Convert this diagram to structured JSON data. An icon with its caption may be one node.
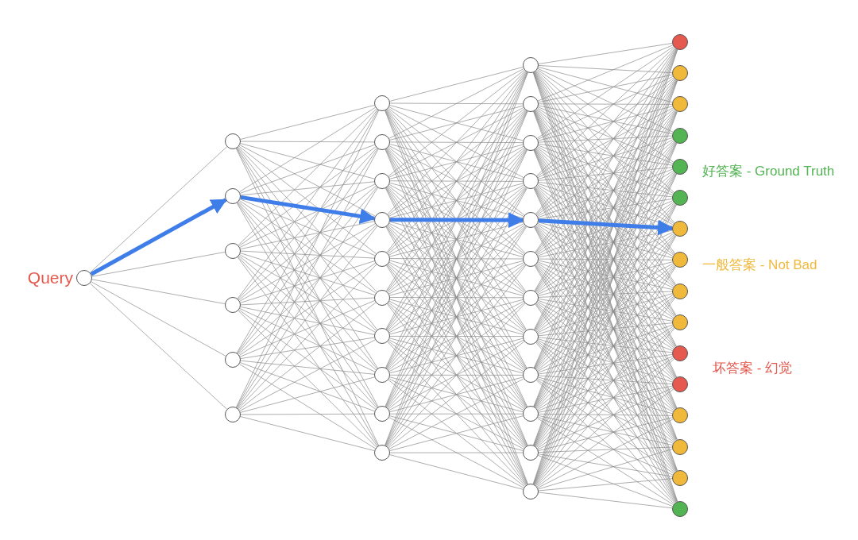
{
  "diagram": {
    "nodes": [
      {
        "text": [],
        "shape": "circle",
        "beside": [
          "Query"
        ]
      },
      {
        "text": [],
        "shape": "circle"
      },
      {
        "text": [],
        "shape": "circle"
      },
      {
        "text": [],
        "shape": "circle"
      },
      {
        "text": [],
        "shape": "circle"
      },
      {
        "text": [],
        "shape": "circle"
      },
      {
        "text": [],
        "shape": "circle"
      },
      {
        "text": [],
        "shape": "circle"
      },
      {
        "text": [],
        "shape": "circle"
      },
      {
        "text": [],
        "shape": "circle"
      },
      {
        "text": [],
        "shape": "circle"
      },
      {
        "text": [],
        "shape": "circle"
      },
      {
        "text": [],
        "shape": "circle"
      },
      {
        "text": [],
        "shape": "circle"
      },
      {
        "text": [],
        "shape": "circle"
      },
      {
        "text": [],
        "shape": "circle"
      },
      {
        "text": [],
        "shape": "circle"
      },
      {
        "text": [],
        "shape": "circle"
      },
      {
        "text": [],
        "shape": "circle"
      },
      {
        "text": [],
        "shape": "circle"
      },
      {
        "text": [],
        "shape": "circle"
      },
      {
        "text": [],
        "shape": "circle"
      },
      {
        "text": [],
        "shape": "circle"
      },
      {
        "text": [],
        "shape": "circle"
      },
      {
        "text": [],
        "shape": "circle"
      },
      {
        "text": [],
        "shape": "circle"
      },
      {
        "text": [],
        "shape": "circle"
      },
      {
        "text": [],
        "shape": "circle"
      },
      {
        "text": [],
        "shape": "circle"
      },
      {
        "text": [],
        "shape": "circle"
      },
      {
        "text": [],
        "shape": "circle"
      },
      {
        "text": [],
        "shape": "circle"
      },
      {
        "text": [],
        "shape": "circle"
      },
      {
        "text": [],
        "shape": "circle"
      },
      {
        "text": [],
        "shape": "circle"
      },
      {
        "text": [],
        "shape": "circle"
      },
      {
        "text": [],
        "shape": "circle"
      },
      {
        "text": [],
        "shape": "circle"
      },
      {
        "text": [],
        "shape": "circle"
      },
      {
        "text": [],
        "shape": "circle"
      },
      {
        "text": [],
        "shape": "circle"
      },
      {
        "text": [],
        "shape": "circle"
      },
      {
        "text": [],
        "shape": "circle"
      },
      {
        "text": [],
        "shape": "circle"
      },
      {
        "text": [],
        "shape": "circle"
      }
    ],
    "edges": [
      {
        "from": 0,
        "to": 1,
        "arrow": "none"
      },
      {
        "from": 0,
        "to": 3,
        "arrow": "none"
      },
      {
        "from": 0,
        "to": 4,
        "arrow": "none"
      },
      {
        "from": 0,
        "to": 5,
        "arrow": "none"
      },
      {
        "from": 0,
        "to": 6,
        "arrow": "none"
      },
      {
        "from": 1,
        "to": 7,
        "arrow": "none"
      },
      {
        "from": 1,
        "to": 8,
        "arrow": "none"
      },
      {
        "from": 1,
        "to": 9,
        "arrow": "none"
      },
      {
        "from": 1,
        "to": 10,
        "arrow": "none"
      },
      {
        "from": 1,
        "to": 11,
        "arrow": "none"
      },
      {
        "from": 1,
        "to": 12,
        "arrow": "none"
      },
      {
        "from": 1,
        "to": 13,
        "arrow": "none"
      },
      {
        "from": 1,
        "to": 14,
        "arrow": "none"
      },
      {
        "from": 1,
        "to": 15,
        "arrow": "none"
      },
      {
        "from": 1,
        "to": 16,
        "arrow": "none"
      },
      {
        "from": 2,
        "to": 7,
        "arrow": "none"
      },
      {
        "from": 2,
        "to": 8,
        "arrow": "none"
      },
      {
        "from": 2,
        "to": 9,
        "arrow": "none"
      },
      {
        "from": 2,
        "to": 11,
        "arrow": "none"
      },
      {
        "from": 2,
        "to": 12,
        "arrow": "none"
      },
      {
        "from": 2,
        "to": 13,
        "arrow": "none"
      },
      {
        "from": 2,
        "to": 14,
        "arrow": "none"
      },
      {
        "from": 2,
        "to": 15,
        "arrow": "none"
      },
      {
        "from": 2,
        "to": 16,
        "arrow": "none"
      },
      {
        "from": 3,
        "to": 7,
        "arrow": "none"
      },
      {
        "from": 3,
        "to": 8,
        "arrow": "none"
      },
      {
        "from": 3,
        "to": 9,
        "arrow": "none"
      },
      {
        "from": 3,
        "to": 10,
        "arrow": "none"
      },
      {
        "from": 3,
        "to": 11,
        "arrow": "none"
      },
      {
        "from": 3,
        "to": 12,
        "arrow": "none"
      },
      {
        "from": 3,
        "to": 13,
        "arrow": "none"
      },
      {
        "from": 3,
        "to": 14,
        "arrow": "none"
      },
      {
        "from": 3,
        "to": 15,
        "arrow": "none"
      },
      {
        "from": 3,
        "to": 16,
        "arrow": "none"
      },
      {
        "from": 4,
        "to": 7,
        "arrow": "none"
      },
      {
        "from": 4,
        "to": 8,
        "arrow": "none"
      },
      {
        "from": 4,
        "to": 9,
        "arrow": "none"
      },
      {
        "from": 4,
        "to": 10,
        "arrow": "none"
      },
      {
        "from": 4,
        "to": 11,
        "arrow": "none"
      },
      {
        "from": 4,
        "to": 12,
        "arrow": "none"
      },
      {
        "from": 4,
        "to": 13,
        "arrow": "none"
      },
      {
        "from": 4,
        "to": 14,
        "arrow": "none"
      },
      {
        "from": 4,
        "to": 15,
        "arrow": "none"
      },
      {
        "from": 4,
        "to": 16,
        "arrow": "none"
      },
      {
        "from": 5,
        "to": 7,
        "arrow": "none"
      },
      {
        "from": 5,
        "to": 8,
        "arrow": "none"
      },
      {
        "from": 5,
        "to": 9,
        "arrow": "none"
      },
      {
        "from": 5,
        "to": 10,
        "arrow": "none"
      },
      {
        "from": 5,
        "to": 11,
        "arrow": "none"
      },
      {
        "from": 5,
        "to": 12,
        "arrow": "none"
      },
      {
        "from": 5,
        "to": 13,
        "arrow": "none"
      },
      {
        "from": 5,
        "to": 14,
        "arrow": "none"
      },
      {
        "from": 5,
        "to": 15,
        "arrow": "none"
      },
      {
        "from": 5,
        "to": 16,
        "arrow": "none"
      },
      {
        "from": 6,
        "to": 7,
        "arrow": "none"
      },
      {
        "from": 6,
        "to": 8,
        "arrow": "none"
      },
      {
        "from": 6,
        "to": 9,
        "arrow": "none"
      },
      {
        "from": 6,
        "to": 10,
        "arrow": "none"
      },
      {
        "from": 6,
        "to": 11,
        "arrow": "none"
      },
      {
        "from": 6,
        "to": 12,
        "arrow": "none"
      },
      {
        "from": 6,
        "to": 13,
        "arrow": "none"
      },
      {
        "from": 6,
        "to": 14,
        "arrow": "none"
      },
      {
        "from": 6,
        "to": 15,
        "arrow": "none"
      },
      {
        "from": 6,
        "to": 16,
        "arrow": "none"
      },
      {
        "from": 7,
        "to": 17,
        "arrow": "none"
      },
      {
        "from": 7,
        "to": 18,
        "arrow": "none"
      },
      {
        "from": 7,
        "to": 19,
        "arrow": "none"
      },
      {
        "from": 7,
        "to": 20,
        "arrow": "none"
      },
      {
        "from": 7,
        "to": 21,
        "arrow": "none"
      },
      {
        "from": 7,
        "to": 22,
        "arrow": "none"
      },
      {
        "from": 7,
        "to": 23,
        "arrow": "none"
      },
      {
        "from": 7,
        "to": 24,
        "arrow": "none"
      },
      {
        "from": 7,
        "to": 25,
        "arrow": "none"
      },
      {
        "from": 7,
        "to": 26,
        "arrow": "none"
      },
      {
        "from": 7,
        "to": 27,
        "arrow": "none"
      },
      {
        "from": 7,
        "to": 28,
        "arrow": "none"
      },
      {
        "from": 8,
        "to": 17,
        "arrow": "none"
      },
      {
        "from": 8,
        "to": 18,
        "arrow": "none"
      },
      {
        "from": 8,
        "to": 19,
        "arrow": "none"
      },
      {
        "from": 8,
        "to": 20,
        "arrow": "none"
      },
      {
        "from": 8,
        "to": 21,
        "arrow": "none"
      },
      {
        "from": 8,
        "to": 22,
        "arrow": "none"
      },
      {
        "from": 8,
        "to": 23,
        "arrow": "none"
      },
      {
        "from": 8,
        "to": 24,
        "arrow": "none"
      },
      {
        "from": 8,
        "to": 25,
        "arrow": "none"
      },
      {
        "from": 8,
        "to": 26,
        "arrow": "none"
      },
      {
        "from": 8,
        "to": 27,
        "arrow": "none"
      },
      {
        "from": 8,
        "to": 28,
        "arrow": "none"
      },
      {
        "from": 9,
        "to": 17,
        "arrow": "none"
      },
      {
        "from": 9,
        "to": 18,
        "arrow": "none"
      },
      {
        "from": 9,
        "to": 19,
        "arrow": "none"
      },
      {
        "from": 9,
        "to": 20,
        "arrow": "none"
      },
      {
        "from": 9,
        "to": 21,
        "arrow": "none"
      },
      {
        "from": 9,
        "to": 22,
        "arrow": "none"
      },
      {
        "from": 9,
        "to": 23,
        "arrow": "none"
      },
      {
        "from": 9,
        "to": 24,
        "arrow": "none"
      },
      {
        "from": 9,
        "to": 25,
        "arrow": "none"
      },
      {
        "from": 9,
        "to": 26,
        "arrow": "none"
      },
      {
        "from": 9,
        "to": 27,
        "arrow": "none"
      },
      {
        "from": 9,
        "to": 28,
        "arrow": "none"
      },
      {
        "from": 10,
        "to": 17,
        "arrow": "none"
      },
      {
        "from": 10,
        "to": 18,
        "arrow": "none"
      },
      {
        "from": 10,
        "to": 19,
        "arrow": "none"
      },
      {
        "from": 10,
        "to": 20,
        "arrow": "none"
      },
      {
        "from": 10,
        "to": 22,
        "arrow": "none"
      },
      {
        "from": 10,
        "to": 23,
        "arrow": "none"
      },
      {
        "from": 10,
        "to": 24,
        "arrow": "none"
      },
      {
        "from": 10,
        "to": 25,
        "arrow": "none"
      },
      {
        "from": 10,
        "to": 26,
        "arrow": "none"
      },
      {
        "from": 10,
        "to": 27,
        "arrow": "none"
      },
      {
        "from": 10,
        "to": 28,
        "arrow": "none"
      },
      {
        "from": 11,
        "to": 17,
        "arrow": "none"
      },
      {
        "from": 11,
        "to": 18,
        "arrow": "none"
      },
      {
        "from": 11,
        "to": 19,
        "arrow": "none"
      },
      {
        "from": 11,
        "to": 20,
        "arrow": "none"
      },
      {
        "from": 11,
        "to": 21,
        "arrow": "none"
      },
      {
        "from": 11,
        "to": 22,
        "arrow": "none"
      },
      {
        "from": 11,
        "to": 23,
        "arrow": "none"
      },
      {
        "from": 11,
        "to": 24,
        "arrow": "none"
      },
      {
        "from": 11,
        "to": 25,
        "arrow": "none"
      },
      {
        "from": 11,
        "to": 26,
        "arrow": "none"
      },
      {
        "from": 11,
        "to": 27,
        "arrow": "none"
      },
      {
        "from": 11,
        "to": 28,
        "arrow": "none"
      },
      {
        "from": 12,
        "to": 17,
        "arrow": "none"
      },
      {
        "from": 12,
        "to": 18,
        "arrow": "none"
      },
      {
        "from": 12,
        "to": 19,
        "arrow": "none"
      },
      {
        "from": 12,
        "to": 20,
        "arrow": "none"
      },
      {
        "from": 12,
        "to": 21,
        "arrow": "none"
      },
      {
        "from": 12,
        "to": 22,
        "arrow": "none"
      },
      {
        "from": 12,
        "to": 23,
        "arrow": "none"
      },
      {
        "from": 12,
        "to": 24,
        "arrow": "none"
      },
      {
        "from": 12,
        "to": 25,
        "arrow": "none"
      },
      {
        "from": 12,
        "to": 26,
        "arrow": "none"
      },
      {
        "from": 12,
        "to": 27,
        "arrow": "none"
      },
      {
        "from": 12,
        "to": 28,
        "arrow": "none"
      },
      {
        "from": 13,
        "to": 17,
        "arrow": "none"
      },
      {
        "from": 13,
        "to": 18,
        "arrow": "none"
      },
      {
        "from": 13,
        "to": 19,
        "arrow": "none"
      },
      {
        "from": 13,
        "to": 20,
        "arrow": "none"
      },
      {
        "from": 13,
        "to": 21,
        "arrow": "none"
      },
      {
        "from": 13,
        "to": 22,
        "arrow": "none"
      },
      {
        "from": 13,
        "to": 23,
        "arrow": "none"
      },
      {
        "from": 13,
        "to": 24,
        "arrow": "none"
      },
      {
        "from": 13,
        "to": 25,
        "arrow": "none"
      },
      {
        "from": 13,
        "to": 26,
        "arrow": "none"
      },
      {
        "from": 13,
        "to": 27,
        "arrow": "none"
      },
      {
        "from": 13,
        "to": 28,
        "arrow": "none"
      },
      {
        "from": 14,
        "to": 17,
        "arrow": "none"
      },
      {
        "from": 14,
        "to": 18,
        "arrow": "none"
      },
      {
        "from": 14,
        "to": 19,
        "arrow": "none"
      },
      {
        "from": 14,
        "to": 20,
        "arrow": "none"
      },
      {
        "from": 14,
        "to": 21,
        "arrow": "none"
      },
      {
        "from": 14,
        "to": 22,
        "arrow": "none"
      },
      {
        "from": 14,
        "to": 23,
        "arrow": "none"
      },
      {
        "from": 14,
        "to": 24,
        "arrow": "none"
      },
      {
        "from": 14,
        "to": 25,
        "arrow": "none"
      },
      {
        "from": 14,
        "to": 26,
        "arrow": "none"
      },
      {
        "from": 14,
        "to": 27,
        "arrow": "none"
      },
      {
        "from": 14,
        "to": 28,
        "arrow": "none"
      },
      {
        "from": 15,
        "to": 17,
        "arrow": "none"
      },
      {
        "from": 15,
        "to": 18,
        "arrow": "none"
      },
      {
        "from": 15,
        "to": 19,
        "arrow": "none"
      },
      {
        "from": 15,
        "to": 20,
        "arrow": "none"
      },
      {
        "from": 15,
        "to": 21,
        "arrow": "none"
      },
      {
        "from": 15,
        "to": 22,
        "arrow": "none"
      },
      {
        "from": 15,
        "to": 23,
        "arrow": "none"
      },
      {
        "from": 15,
        "to": 24,
        "arrow": "none"
      },
      {
        "from": 15,
        "to": 25,
        "arrow": "none"
      },
      {
        "from": 15,
        "to": 26,
        "arrow": "none"
      },
      {
        "from": 15,
        "to": 27,
        "arrow": "none"
      },
      {
        "from": 15,
        "to": 28,
        "arrow": "none"
      },
      {
        "from": 16,
        "to": 17,
        "arrow": "none"
      },
      {
        "from": 16,
        "to": 18,
        "arrow": "none"
      },
      {
        "from": 16,
        "to": 19,
        "arrow": "none"
      },
      {
        "from": 16,
        "to": 20,
        "arrow": "none"
      },
      {
        "from": 16,
        "to": 21,
        "arrow": "none"
      },
      {
        "from": 16,
        "to": 22,
        "arrow": "none"
      },
      {
        "from": 16,
        "to": 23,
        "arrow": "none"
      },
      {
        "from": 16,
        "to": 24,
        "arrow": "none"
      },
      {
        "from": 16,
        "to": 25,
        "arrow": "none"
      },
      {
        "from": 16,
        "to": 26,
        "arrow": "none"
      },
      {
        "from": 16,
        "to": 27,
        "arrow": "none"
      },
      {
        "from": 16,
        "to": 28,
        "arrow": "none"
      },
      {
        "from": 17,
        "to": 29,
        "arrow": "none"
      },
      {
        "from": 17,
        "to": 30,
        "arrow": "none"
      },
      {
        "from": 17,
        "to": 31,
        "arrow": "none"
      },
      {
        "from": 17,
        "to": 32,
        "arrow": "none"
      },
      {
        "from": 17,
        "to": 33,
        "arrow": "none"
      },
      {
        "from": 17,
        "to": 34,
        "arrow": "none"
      },
      {
        "from": 17,
        "to": 35,
        "arrow": "none"
      },
      {
        "from": 17,
        "to": 36,
        "arrow": "none"
      },
      {
        "from": 17,
        "to": 37,
        "arrow": "none"
      },
      {
        "from": 17,
        "to": 38,
        "arrow": "none"
      },
      {
        "from": 17,
        "to": 39,
        "arrow": "none"
      },
      {
        "from": 17,
        "to": 40,
        "arrow": "none"
      },
      {
        "from": 17,
        "to": 41,
        "arrow": "none"
      },
      {
        "from": 17,
        "to": 42,
        "arrow": "none"
      },
      {
        "from": 17,
        "to": 43,
        "arrow": "none"
      },
      {
        "from": 17,
        "to": 44,
        "arrow": "none"
      },
      {
        "from": 18,
        "to": 29,
        "arrow": "none"
      },
      {
        "from": 18,
        "to": 30,
        "arrow": "none"
      },
      {
        "from": 18,
        "to": 31,
        "arrow": "none"
      },
      {
        "from": 18,
        "to": 32,
        "arrow": "none"
      },
      {
        "from": 18,
        "to": 33,
        "arrow": "none"
      },
      {
        "from": 18,
        "to": 34,
        "arrow": "none"
      },
      {
        "from": 18,
        "to": 35,
        "arrow": "none"
      },
      {
        "from": 18,
        "to": 36,
        "arrow": "none"
      },
      {
        "from": 18,
        "to": 37,
        "arrow": "none"
      },
      {
        "from": 18,
        "to": 38,
        "arrow": "none"
      },
      {
        "from": 18,
        "to": 39,
        "arrow": "none"
      },
      {
        "from": 18,
        "to": 40,
        "arrow": "none"
      },
      {
        "from": 18,
        "to": 41,
        "arrow": "none"
      },
      {
        "from": 18,
        "to": 42,
        "arrow": "none"
      },
      {
        "from": 18,
        "to": 43,
        "arrow": "none"
      },
      {
        "from": 18,
        "to": 44,
        "arrow": "none"
      },
      {
        "from": 19,
        "to": 29,
        "arrow": "none"
      },
      {
        "from": 19,
        "to": 30,
        "arrow": "none"
      },
      {
        "from": 19,
        "to": 31,
        "arrow": "none"
      },
      {
        "from": 19,
        "to": 32,
        "arrow": "none"
      },
      {
        "from": 19,
        "to": 33,
        "arrow": "none"
      },
      {
        "from": 19,
        "to": 34,
        "arrow": "none"
      },
      {
        "from": 19,
        "to": 35,
        "arrow": "none"
      },
      {
        "from": 19,
        "to": 36,
        "arrow": "none"
      },
      {
        "from": 19,
        "to": 37,
        "arrow": "none"
      },
      {
        "from": 19,
        "to": 38,
        "arrow": "none"
      },
      {
        "from": 19,
        "to": 39,
        "arrow": "none"
      },
      {
        "from": 19,
        "to": 40,
        "arrow": "none"
      },
      {
        "from": 19,
        "to": 41,
        "arrow": "none"
      },
      {
        "from": 19,
        "to": 42,
        "arrow": "none"
      },
      {
        "from": 19,
        "to": 43,
        "arrow": "none"
      },
      {
        "from": 19,
        "to": 44,
        "arrow": "none"
      },
      {
        "from": 20,
        "to": 29,
        "arrow": "none"
      },
      {
        "from": 20,
        "to": 30,
        "arrow": "none"
      },
      {
        "from": 20,
        "to": 31,
        "arrow": "none"
      },
      {
        "from": 20,
        "to": 32,
        "arrow": "none"
      },
      {
        "from": 20,
        "to": 33,
        "arrow": "none"
      },
      {
        "from": 20,
        "to": 34,
        "arrow": "none"
      },
      {
        "from": 20,
        "to": 35,
        "arrow": "none"
      },
      {
        "from": 20,
        "to": 36,
        "arrow": "none"
      },
      {
        "from": 20,
        "to": 37,
        "arrow": "none"
      },
      {
        "from": 20,
        "to": 38,
        "arrow": "none"
      },
      {
        "from": 20,
        "to": 39,
        "arrow": "none"
      },
      {
        "from": 20,
        "to": 40,
        "arrow": "none"
      },
      {
        "from": 20,
        "to": 41,
        "arrow": "none"
      },
      {
        "from": 20,
        "to": 42,
        "arrow": "none"
      },
      {
        "from": 20,
        "to": 43,
        "arrow": "none"
      },
      {
        "from": 20,
        "to": 44,
        "arrow": "none"
      },
      {
        "from": 21,
        "to": 29,
        "arrow": "none"
      },
      {
        "from": 21,
        "to": 30,
        "arrow": "none"
      },
      {
        "from": 21,
        "to": 31,
        "arrow": "none"
      },
      {
        "from": 21,
        "to": 32,
        "arrow": "none"
      },
      {
        "from": 21,
        "to": 33,
        "arrow": "none"
      },
      {
        "from": 21,
        "to": 34,
        "arrow": "none"
      },
      {
        "from": 21,
        "to": 36,
        "arrow": "none"
      },
      {
        "from": 21,
        "to": 37,
        "arrow": "none"
      },
      {
        "from": 21,
        "to": 38,
        "arrow": "none"
      },
      {
        "from": 21,
        "to": 39,
        "arrow": "none"
      },
      {
        "from": 21,
        "to": 40,
        "arrow": "none"
      },
      {
        "from": 21,
        "to": 41,
        "arrow": "none"
      },
      {
        "from": 21,
        "to": 42,
        "arrow": "none"
      },
      {
        "from": 21,
        "to": 43,
        "arrow": "none"
      },
      {
        "from": 21,
        "to": 44,
        "arrow": "none"
      },
      {
        "from": 22,
        "to": 29,
        "arrow": "none"
      },
      {
        "from": 22,
        "to": 30,
        "arrow": "none"
      },
      {
        "from": 22,
        "to": 31,
        "arrow": "none"
      },
      {
        "from": 22,
        "to": 32,
        "arrow": "none"
      },
      {
        "from": 22,
        "to": 33,
        "arrow": "none"
      },
      {
        "from": 22,
        "to": 34,
        "arrow": "none"
      },
      {
        "from": 22,
        "to": 35,
        "arrow": "none"
      },
      {
        "from": 22,
        "to": 36,
        "arrow": "none"
      },
      {
        "from": 22,
        "to": 37,
        "arrow": "none"
      },
      {
        "from": 22,
        "to": 38,
        "arrow": "none"
      },
      {
        "from": 22,
        "to": 39,
        "arrow": "none"
      },
      {
        "from": 22,
        "to": 40,
        "arrow": "none"
      },
      {
        "from": 22,
        "to": 41,
        "arrow": "none"
      },
      {
        "from": 22,
        "to": 42,
        "arrow": "none"
      },
      {
        "from": 22,
        "to": 43,
        "arrow": "none"
      },
      {
        "from": 22,
        "to": 44,
        "arrow": "none"
      },
      {
        "from": 23,
        "to": 29,
        "arrow": "none"
      },
      {
        "from": 23,
        "to": 30,
        "arrow": "none"
      },
      {
        "from": 23,
        "to": 31,
        "arrow": "none"
      },
      {
        "from": 23,
        "to": 32,
        "arrow": "none"
      },
      {
        "from": 23,
        "to": 33,
        "arrow": "none"
      },
      {
        "from": 23,
        "to": 34,
        "arrow": "none"
      },
      {
        "from": 23,
        "to": 35,
        "arrow": "none"
      },
      {
        "from": 23,
        "to": 36,
        "arrow": "none"
      },
      {
        "from": 23,
        "to": 37,
        "arrow": "none"
      },
      {
        "from": 23,
        "to": 38,
        "arrow": "none"
      },
      {
        "from": 23,
        "to": 39,
        "arrow": "none"
      },
      {
        "from": 23,
        "to": 40,
        "arrow": "none"
      },
      {
        "from": 23,
        "to": 41,
        "arrow": "none"
      },
      {
        "from": 23,
        "to": 42,
        "arrow": "none"
      },
      {
        "from": 23,
        "to": 43,
        "arrow": "none"
      },
      {
        "from": 23,
        "to": 44,
        "arrow": "none"
      },
      {
        "from": 24,
        "to": 29,
        "arrow": "none"
      },
      {
        "from": 24,
        "to": 30,
        "arrow": "none"
      },
      {
        "from": 24,
        "to": 31,
        "arrow": "none"
      },
      {
        "from": 24,
        "to": 32,
        "arrow": "none"
      },
      {
        "from": 24,
        "to": 33,
        "arrow": "none"
      },
      {
        "from": 24,
        "to": 34,
        "arrow": "none"
      },
      {
        "from": 24,
        "to": 35,
        "arrow": "none"
      },
      {
        "from": 24,
        "to": 36,
        "arrow": "none"
      },
      {
        "from": 24,
        "to": 37,
        "arrow": "none"
      },
      {
        "from": 24,
        "to": 38,
        "arrow": "none"
      },
      {
        "from": 24,
        "to": 39,
        "arrow": "none"
      },
      {
        "from": 24,
        "to": 40,
        "arrow": "none"
      },
      {
        "from": 24,
        "to": 41,
        "arrow": "none"
      },
      {
        "from": 24,
        "to": 42,
        "arrow": "none"
      },
      {
        "from": 24,
        "to": 43,
        "arrow": "none"
      },
      {
        "from": 24,
        "to": 44,
        "arrow": "none"
      },
      {
        "from": 25,
        "to": 29,
        "arrow": "none"
      },
      {
        "from": 25,
        "to": 30,
        "arrow": "none"
      },
      {
        "from": 25,
        "to": 31,
        "arrow": "none"
      },
      {
        "from": 25,
        "to": 32,
        "arrow": "none"
      },
      {
        "from": 25,
        "to": 33,
        "arrow": "none"
      },
      {
        "from": 25,
        "to": 34,
        "arrow": "none"
      },
      {
        "from": 25,
        "to": 35,
        "arrow": "none"
      },
      {
        "from": 25,
        "to": 36,
        "arrow": "none"
      },
      {
        "from": 25,
        "to": 37,
        "arrow": "none"
      },
      {
        "from": 25,
        "to": 38,
        "arrow": "none"
      },
      {
        "from": 25,
        "to": 39,
        "arrow": "none"
      },
      {
        "from": 25,
        "to": 40,
        "arrow": "none"
      },
      {
        "from": 25,
        "to": 41,
        "arrow": "none"
      },
      {
        "from": 25,
        "to": 42,
        "arrow": "none"
      },
      {
        "from": 25,
        "to": 43,
        "arrow": "none"
      },
      {
        "from": 25,
        "to": 44,
        "arrow": "none"
      },
      {
        "from": 26,
        "to": 29,
        "arrow": "none"
      },
      {
        "from": 26,
        "to": 30,
        "arrow": "none"
      },
      {
        "from": 26,
        "to": 31,
        "arrow": "none"
      },
      {
        "from": 26,
        "to": 32,
        "arrow": "none"
      },
      {
        "from": 26,
        "to": 33,
        "arrow": "none"
      },
      {
        "from": 26,
        "to": 34,
        "arrow": "none"
      },
      {
        "from": 26,
        "to": 35,
        "arrow": "none"
      },
      {
        "from": 26,
        "to": 36,
        "arrow": "none"
      },
      {
        "from": 26,
        "to": 37,
        "arrow": "none"
      },
      {
        "from": 26,
        "to": 38,
        "arrow": "none"
      },
      {
        "from": 26,
        "to": 39,
        "arrow": "none"
      },
      {
        "from": 26,
        "to": 40,
        "arrow": "none"
      },
      {
        "from": 26,
        "to": 41,
        "arrow": "none"
      },
      {
        "from": 26,
        "to": 42,
        "arrow": "none"
      },
      {
        "from": 26,
        "to": 43,
        "arrow": "none"
      },
      {
        "from": 26,
        "to": 44,
        "arrow": "none"
      },
      {
        "from": 27,
        "to": 29,
        "arrow": "none"
      },
      {
        "from": 27,
        "to": 30,
        "arrow": "none"
      },
      {
        "from": 27,
        "to": 31,
        "arrow": "none"
      },
      {
        "from": 27,
        "to": 32,
        "arrow": "none"
      },
      {
        "from": 27,
        "to": 33,
        "arrow": "none"
      },
      {
        "from": 27,
        "to": 34,
        "arrow": "none"
      },
      {
        "from": 27,
        "to": 35,
        "arrow": "none"
      },
      {
        "from": 27,
        "to": 36,
        "arrow": "none"
      },
      {
        "from": 27,
        "to": 37,
        "arrow": "none"
      },
      {
        "from": 27,
        "to": 38,
        "arrow": "none"
      },
      {
        "from": 27,
        "to": 39,
        "arrow": "none"
      },
      {
        "from": 27,
        "to": 40,
        "arrow": "none"
      },
      {
        "from": 27,
        "to": 41,
        "arrow": "none"
      },
      {
        "from": 27,
        "to": 42,
        "arrow": "none"
      },
      {
        "from": 27,
        "to": 43,
        "arrow": "none"
      },
      {
        "from": 27,
        "to": 44,
        "arrow": "none"
      },
      {
        "from": 28,
        "to": 29,
        "arrow": "none"
      },
      {
        "from": 28,
        "to": 30,
        "arrow": "none"
      },
      {
        "from": 28,
        "to": 31,
        "arrow": "none"
      },
      {
        "from": 28,
        "to": 32,
        "arrow": "none"
      },
      {
        "from": 28,
        "to": 33,
        "arrow": "none"
      },
      {
        "from": 28,
        "to": 34,
        "arrow": "none"
      },
      {
        "from": 28,
        "to": 35,
        "arrow": "none"
      },
      {
        "from": 28,
        "to": 36,
        "arrow": "none"
      },
      {
        "from": 28,
        "to": 37,
        "arrow": "none"
      },
      {
        "from": 28,
        "to": 38,
        "arrow": "none"
      },
      {
        "from": 28,
        "to": 39,
        "arrow": "none"
      },
      {
        "from": 28,
        "to": 40,
        "arrow": "none"
      },
      {
        "from": 28,
        "to": 41,
        "arrow": "none"
      },
      {
        "from": 28,
        "to": 42,
        "arrow": "none"
      },
      {
        "from": 28,
        "to": 43,
        "arrow": "none"
      },
      {
        "from": 28,
        "to": 44,
        "arrow": "none"
      },
      {
        "from": 0,
        "to": 2,
        "arrow": "to",
        "style": "thick",
        "color": "#3f7de8"
      },
      {
        "from": 2,
        "to": 10,
        "arrow": "to",
        "style": "thick",
        "color": "#3f7de8"
      },
      {
        "from": 10,
        "to": 21,
        "arrow": "to",
        "style": "thick",
        "color": "#3f7de8"
      },
      {
        "from": 21,
        "to": 35,
        "arrow": "to",
        "style": "thick",
        "color": "#3f7de8"
      }
    ],
    "legend": [
      {
        "text": "好答案 - Ground Truth",
        "color": "#52b452"
      },
      {
        "text": "一般答案 - Not Bad",
        "color": "#f0b93c"
      },
      {
        "text": "坏答案 - 幻觉",
        "color": "#e5594e"
      }
    ]
  }
}
